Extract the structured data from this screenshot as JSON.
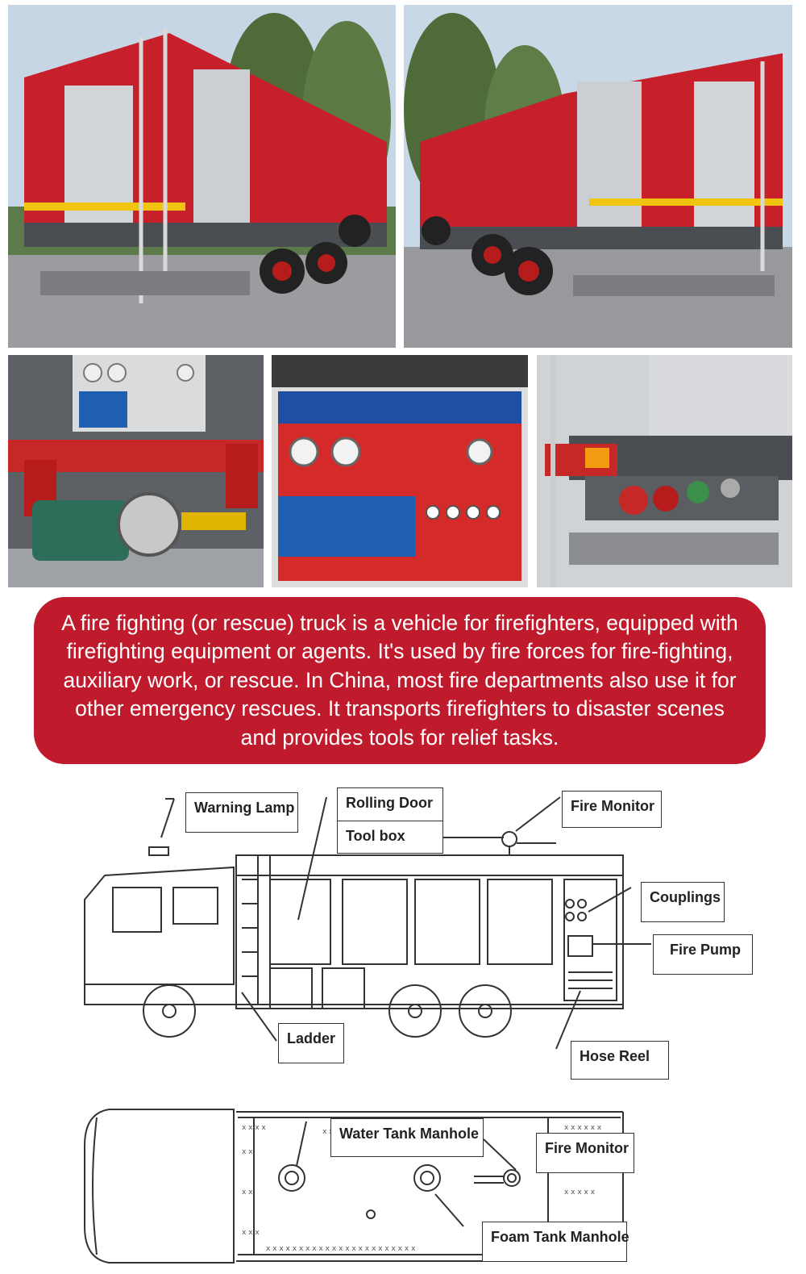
{
  "description_banner": {
    "text": "A fire fighting (or rescue) truck is a vehicle for firefighters, equipped with firefighting equipment or agents. It's used by fire forces for fire-fighting, auxiliary work, or rescue. In China, most fire departments also use it for other emergency rescues. It transports firefighters to disaster scenes and provides tools for relief tasks.",
    "background_color": "#bf1b2c"
  },
  "diagram_labels": {
    "warning_lamp": "Warning Lamp",
    "rolling_door": "Rolling Door",
    "tool_box": "Tool box",
    "fire_monitor_side": "Fire Monitor",
    "couplings": "Couplings",
    "fire_pump": "Fire Pump",
    "ladder": "Ladder",
    "hose_reel": "Hose Reel",
    "water_tank_manhole": "Water Tank Manhole",
    "fire_monitor_top": "Fire Monitor",
    "foam_tank_manhole": "Foam Tank Manhole"
  },
  "colors": {
    "truck_red": "#c8202a",
    "shutter_grey": "#c9ccd0",
    "chassis_dark": "#4a4d52"
  }
}
